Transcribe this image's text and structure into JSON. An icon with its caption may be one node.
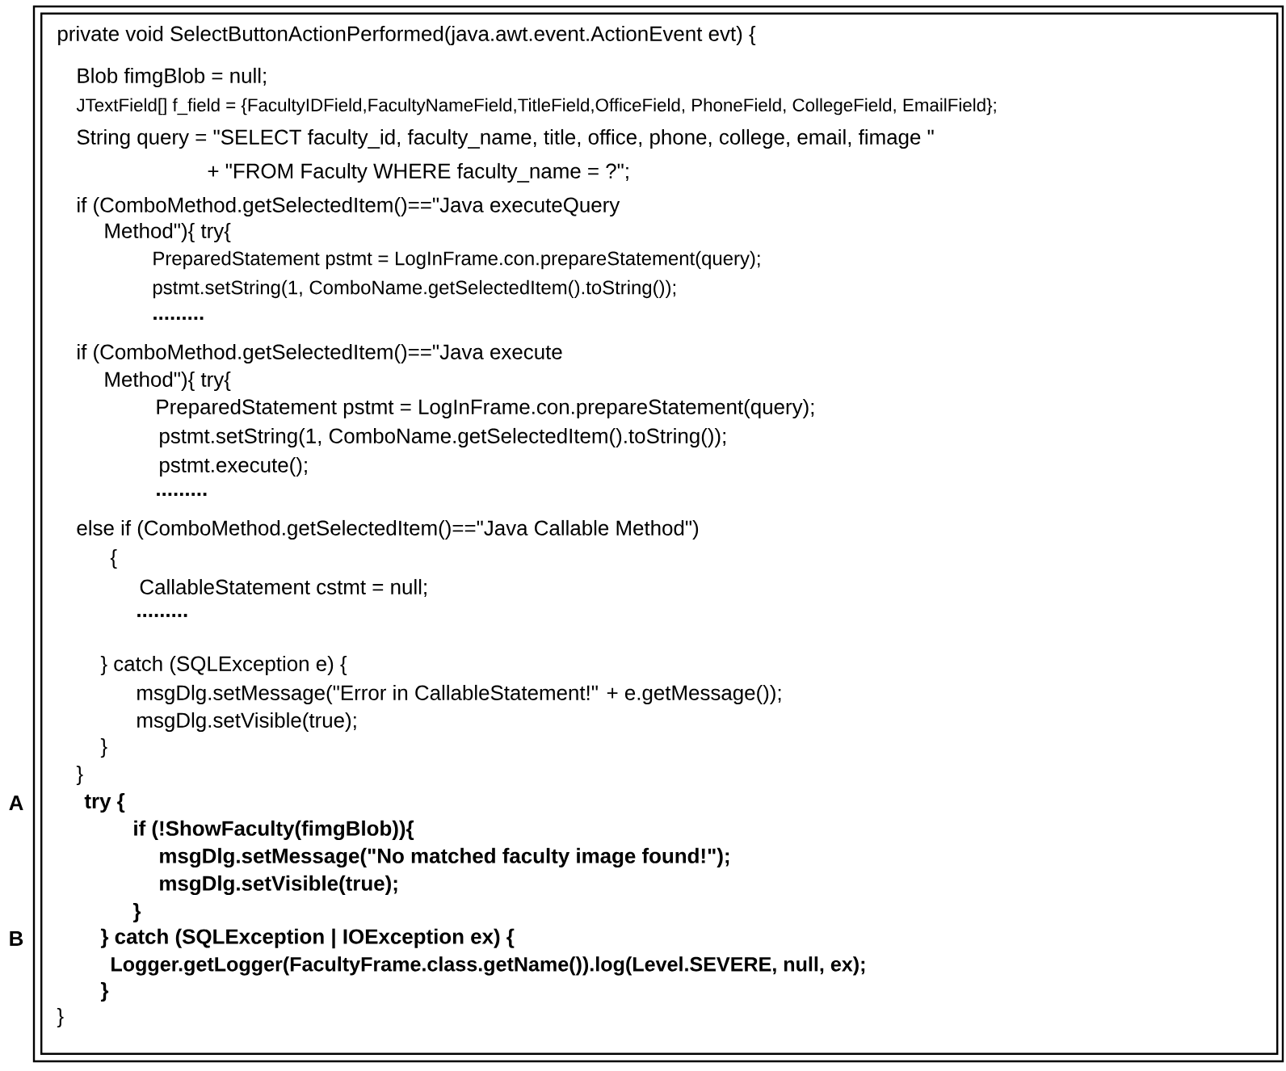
{
  "diagram": {
    "nodes": [
      {
        "text": [
          "private void SelectButtonActionPerformed(java.awt.event.ActionEvent evt) {",
          "Blob fimgBlob = null;",
          "JTextField[] f_field = {FacultyIDField,FacultyNameField,TitleField,OfficeField, PhoneField, CollegeField, EmailField};",
          "String query = \"SELECT faculty_id, faculty_name, title, office, phone, college, email, fimage \"",
          "+ \"FROM Faculty WHERE faculty_name = ?\";",
          "if (ComboMethod.getSelectedItem()==\"Java executeQuery",
          "Method\"){ try{",
          "PreparedStatement pstmt = LogInFrame.con.prepareStatement(query);",
          "pstmt.setString(1, ComboName.getSelectedItem().toString());",
          ".........",
          "if (ComboMethod.getSelectedItem()==\"Java execute",
          "Method\"){ try{",
          "PreparedStatement pstmt = LogInFrame.con.prepareStatement(query);",
          "pstmt.setString(1, ComboName.getSelectedItem().toString());",
          "pstmt.execute();",
          ".........",
          "else if (ComboMethod.getSelectedItem()==\"Java Callable Method\")",
          "{",
          "CallableStatement cstmt = null;",
          ".........",
          "} catch (SQLException e) {",
          "msgDlg.setMessage(\"Error in CallableStatement!\" + e.getMessage());",
          "msgDlg.setVisible(true);",
          "}",
          "}",
          "try {",
          "if (!ShowFaculty(fimgBlob)){",
          "msgDlg.setMessage(\"No matched faculty image found!\");",
          "msgDlg.setVisible(true);",
          "}",
          "} catch (SQLException | IOException ex) {",
          "Logger.getLogger(FacultyFrame.class.getName()).log(Level.SEVERE, null, ex);",
          "}",
          "}"
        ]
      }
    ],
    "labels": [
      "A",
      "B"
    ]
  }
}
